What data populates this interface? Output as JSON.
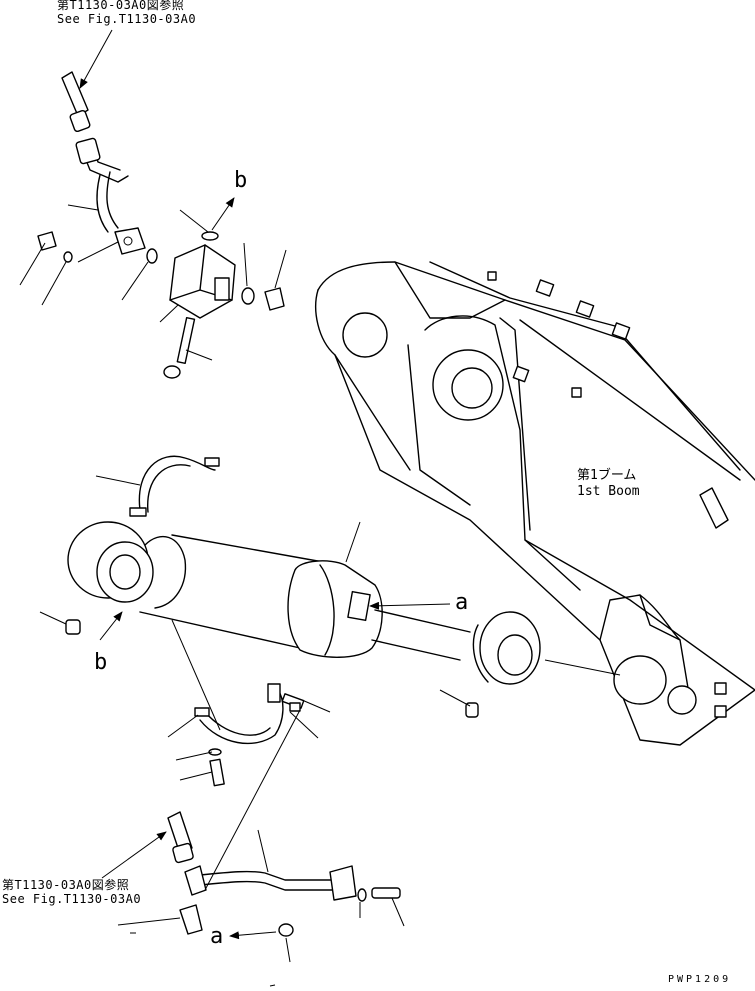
{
  "reference_top": {
    "line_jp": "第T1130-03A0図参照",
    "line_en": "See Fig.T1130-03A0"
  },
  "reference_bottom": {
    "line_jp": "第T1130-03A0図参照",
    "line_en": "See Fig.T1130-03A0"
  },
  "boom_label": {
    "jp": "第1ブーム",
    "en": "1st Boom"
  },
  "markers": {
    "b_top": "b",
    "b_left": "b",
    "a_right": "a",
    "a_bottom": "a"
  },
  "figure_code": "PWP1209"
}
